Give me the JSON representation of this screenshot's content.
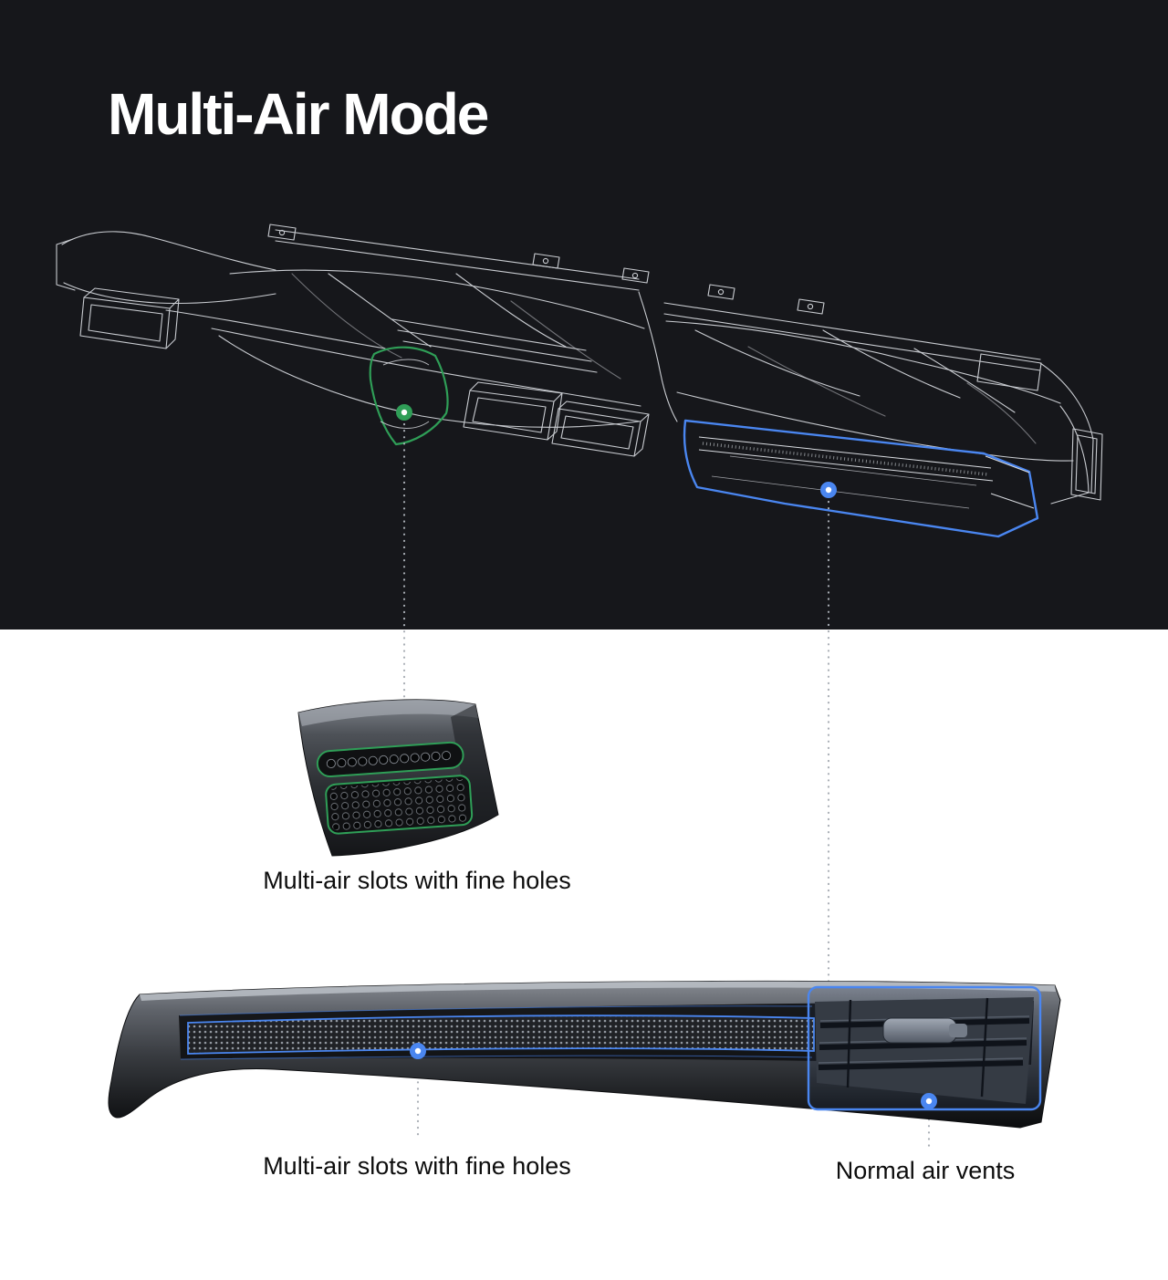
{
  "hero": {
    "title": "Multi-Air Mode",
    "background": "#16171b"
  },
  "illustration": {
    "wireframe_color": "#d9dce1",
    "green_accent": "#2f9e57",
    "blue_accent": "#4a86f0",
    "markers": [
      {
        "name": "multi-air-slot-marker",
        "color": "#2f9e57"
      },
      {
        "name": "normal-vent-marker",
        "color": "#4a86f0"
      },
      {
        "name": "strip-multi-air-marker",
        "color": "#4a86f0"
      },
      {
        "name": "strip-normal-vent-marker",
        "color": "#4a86f0"
      }
    ]
  },
  "callouts": {
    "closeup": {
      "label": "Multi-air slots with fine holes"
    },
    "strip_multi_air": {
      "label": "Multi-air slots with fine holes"
    },
    "strip_normal": {
      "label": "Normal air vents"
    }
  }
}
